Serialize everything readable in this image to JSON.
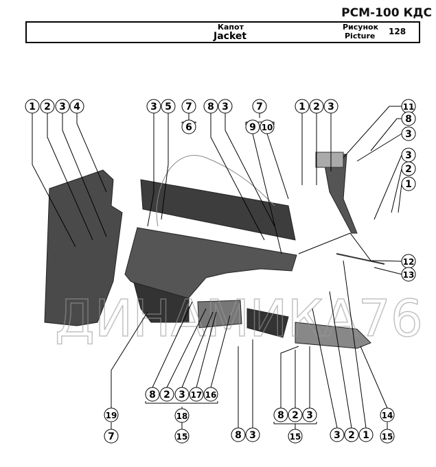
{
  "header": {
    "model": "РСМ-100 КДС",
    "title_ru": "Капот",
    "title_en": "Jacket",
    "picture_ru": "Рисунок",
    "picture_en": "Picture",
    "picture_number": "128"
  },
  "watermark": "ДИНАМИКА76",
  "callouts": [
    "1",
    "2",
    "3",
    "4",
    "3",
    "5",
    "7",
    "6",
    "8",
    "3",
    "7",
    "9",
    "10",
    "1",
    "2",
    "3",
    "11",
    "8",
    "3",
    "3",
    "2",
    "1",
    "12",
    "13",
    "8",
    "2",
    "3",
    "17",
    "16",
    "18",
    "15",
    "19",
    "7",
    "8",
    "3",
    "8",
    "2",
    "3",
    "15",
    "3",
    "2",
    "1",
    "14",
    "15"
  ]
}
